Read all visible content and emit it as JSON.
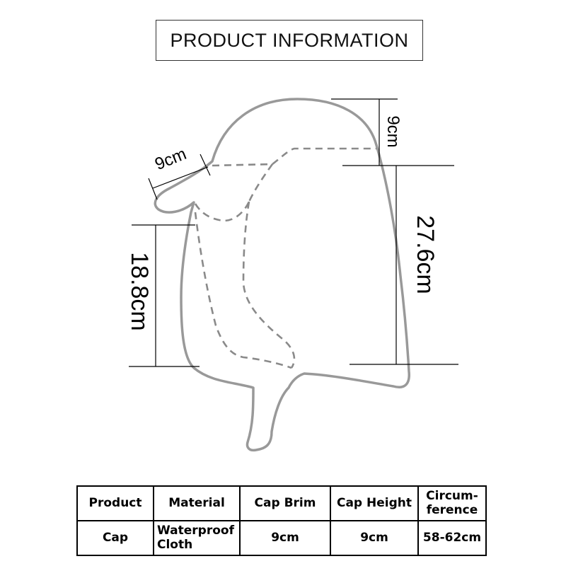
{
  "title": "PRODUCT INFORMATION",
  "dimensions": {
    "brim": "9cm",
    "top": "9cm",
    "height": "27.6cm",
    "side": "18.8cm"
  },
  "table": {
    "headers": [
      "Product",
      "Material",
      "Cap Brim",
      "Cap Height",
      "Circum-\nference"
    ],
    "row": [
      "Cap",
      "Waterproof\nCloth",
      "9cm",
      "9cm",
      "58-62cm"
    ]
  },
  "colors": {
    "outline": "#999999",
    "dash": "#8a8a8a",
    "line": "#000000"
  }
}
